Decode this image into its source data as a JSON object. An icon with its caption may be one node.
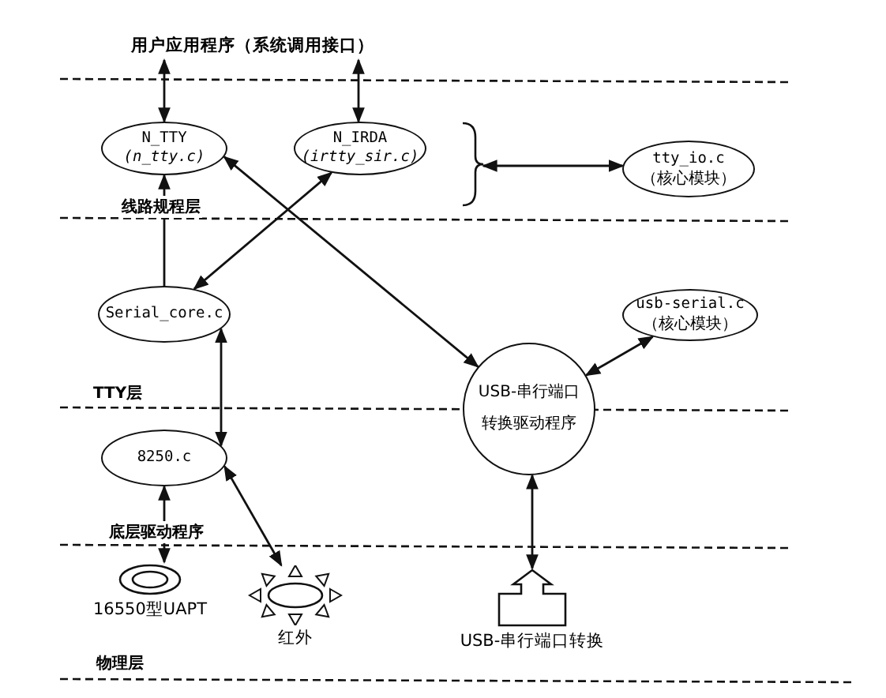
{
  "diagram": {
    "nodes": [
      {
        "text": [
          "用户应用程序（系统调用接口）"
        ]
      },
      {
        "text": [
          "N_TTY",
          "(n_tty.c)"
        ]
      },
      {
        "text": [
          "N_IRDA",
          "(irtty_sir.c)"
        ]
      },
      {
        "text": [
          "tty_io.c",
          "（核心模块）"
        ]
      },
      {
        "text": [
          "Serial_core.c"
        ]
      },
      {
        "text": [
          "usb-serial.c",
          "（核心模块）"
        ]
      },
      {
        "text": [
          "USB-串行端口转换驱动程序"
        ]
      },
      {
        "text": [
          "8250.c"
        ]
      },
      {
        "text": [
          "16550型UAPT"
        ]
      },
      {
        "text": [
          "红外"
        ]
      },
      {
        "text": [
          "USB-串行端口转换"
        ]
      },
      {
        "text": [],
        "shape": "brace"
      }
    ],
    "edges": [
      {
        "from": 0,
        "to": 1,
        "arrow": "both"
      },
      {
        "from": 0,
        "to": 2,
        "arrow": "both"
      },
      {
        "from": 11,
        "to": 3,
        "arrow": "both"
      },
      {
        "from": 4,
        "to": 1,
        "arrow": "to"
      },
      {
        "from": 1,
        "to": 6,
        "arrow": "both"
      },
      {
        "from": 2,
        "to": 4,
        "arrow": "both"
      },
      {
        "from": 4,
        "to": 7,
        "arrow": "both"
      },
      {
        "from": 7,
        "to": 9,
        "arrow": "both"
      },
      {
        "from": 7,
        "to": 8,
        "arrow": "both"
      },
      {
        "from": 5,
        "to": 6,
        "arrow": "both"
      },
      {
        "from": 6,
        "to": 10,
        "arrow": "both"
      }
    ],
    "labels": [
      "线路规程层",
      "TTY层",
      "底层驱动程序",
      "物理层"
    ]
  }
}
